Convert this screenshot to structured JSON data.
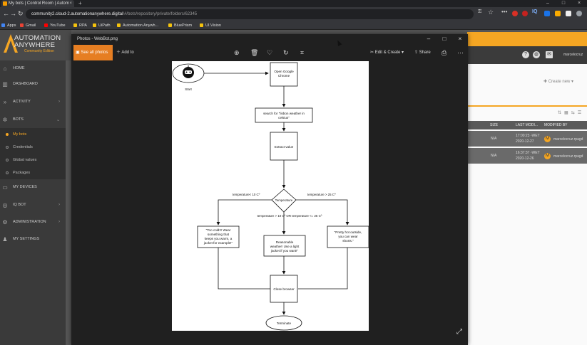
{
  "browser": {
    "tab_title": "My bots | Control Room | Autom",
    "url_host": "community2.cloud-2.automationanywhere.digital",
    "url_path": "/#/bots/repository/private/folders/62345",
    "bookmarks": [
      "Apps",
      "Gmail",
      "YouTube",
      "RPA",
      "UiPath",
      "Automation Anywh...",
      "BluePrism",
      "UI.Vision"
    ],
    "extension_label": "IQ"
  },
  "app": {
    "logo_line1": "AUTOMATION",
    "logo_line2": "ANYWHERE",
    "logo_edition": "Community Edition",
    "sidebar": [
      {
        "label": "HOME",
        "icon": "home-icon"
      },
      {
        "label": "DASHBOARD",
        "icon": "dashboard-icon"
      },
      {
        "label": "ACTIVITY",
        "icon": "activity-icon"
      },
      {
        "label": "BOTS",
        "icon": "bots-icon"
      },
      {
        "label": "MY DEVICES",
        "icon": "devices-icon"
      },
      {
        "label": "IQ BOT",
        "icon": "iqbot-icon"
      },
      {
        "label": "ADMINISTRATION",
        "icon": "admin-icon"
      },
      {
        "label": "MY SETTINGS",
        "icon": "settings-icon"
      }
    ],
    "bots_sub": [
      "My bots",
      "Credentials",
      "Global values",
      "Packages"
    ],
    "user_name": "marcelocruz",
    "create_label": "Create new",
    "table_headers": [
      "SIZE",
      "LAST MODI...",
      "MODIFIED BY"
    ],
    "rows": [
      {
        "size": "N/A",
        "date1": "17:00:23 -WET",
        "date2": "2020-12-27",
        "avatar": "M",
        "by": "marcelocruz.rpagd"
      },
      {
        "size": "N/A",
        "date1": "16:37:37 -WET",
        "date2": "2020-12-26",
        "avatar": "M",
        "by": "marcelocruz.rpagd"
      }
    ],
    "accent": "#f5a623"
  },
  "viewer": {
    "title": "Photos - WebBot.png",
    "see_all": "See all photos",
    "add_to": "Add to",
    "edit_create": "Edit & Create",
    "share": "Share"
  },
  "flowchart": {
    "start_label": "Start",
    "open_chrome": [
      "Open Google",
      "Chrome"
    ],
    "search": [
      "search for \"lisbon weather in",
      "celsius\""
    ],
    "extract": "Extract value",
    "decision": "Temperature",
    "branch_left": "temperature< 10 Cº",
    "branch_right": "temperature > 25 Cº",
    "branch_mid": "temperature > 10 Cº OR temperature <= 25 Cº",
    "cold": [
      "\"Too cold!!! Wear",
      "something that",
      "keeps you warm, a",
      "jacket for example!\""
    ],
    "mild": [
      "Reasonable",
      "weather! Use a light",
      "jacket if you want!\""
    ],
    "hot": [
      "\"Pretty hot outside,",
      "you can wear",
      "shorts.\""
    ],
    "close": "Close browser",
    "terminate": "Terminate"
  }
}
